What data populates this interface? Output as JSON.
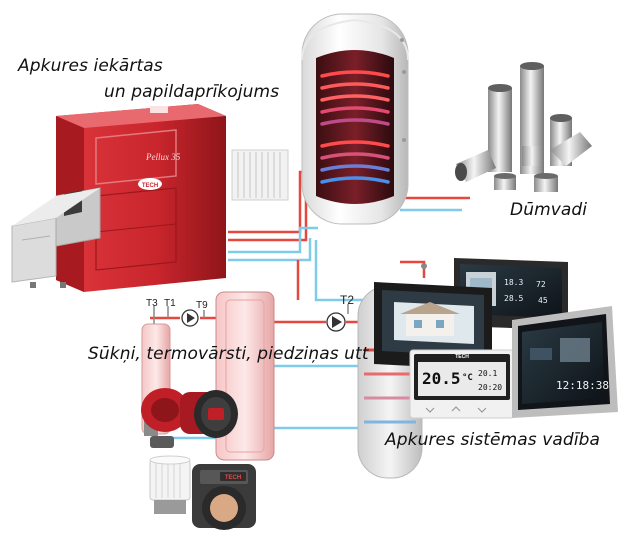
{
  "labels": {
    "heating_line1": "Apkures iekārtas",
    "heating_line2": "un papildaprīkojums",
    "flues": "Dūmvadi",
    "pumps": "Sūkņi, termovārsti, piedziņas utt",
    "control": "Apkures sistēmas vadība"
  },
  "boiler": {
    "model": "Pellux 35",
    "badge": "TECH"
  },
  "schematic": {
    "t1": "T1",
    "t2": "T2",
    "t3": "T3",
    "t9": "T9"
  },
  "thermostat": {
    "brand": "TECH",
    "temp_main": "20.5",
    "unit": "°C",
    "temp_small": "20.1",
    "time": "20:20"
  },
  "panel_right": {
    "time": "12:18:38"
  },
  "panel_tablet": {
    "v1": "18.3",
    "v2": "72",
    "v3": "28.5",
    "v4": "45"
  },
  "actuator": {
    "brand": "TECH"
  },
  "colors": {
    "hot": "#e53b3b",
    "cold": "#6ec6e8",
    "boiler": "#c8252c",
    "pump": "#c01f28"
  },
  "icons": [
    "boiler",
    "radiator",
    "storage-tank",
    "flue-pipes",
    "pump",
    "thermal-valve",
    "actuator",
    "control-panel",
    "thermostat"
  ]
}
